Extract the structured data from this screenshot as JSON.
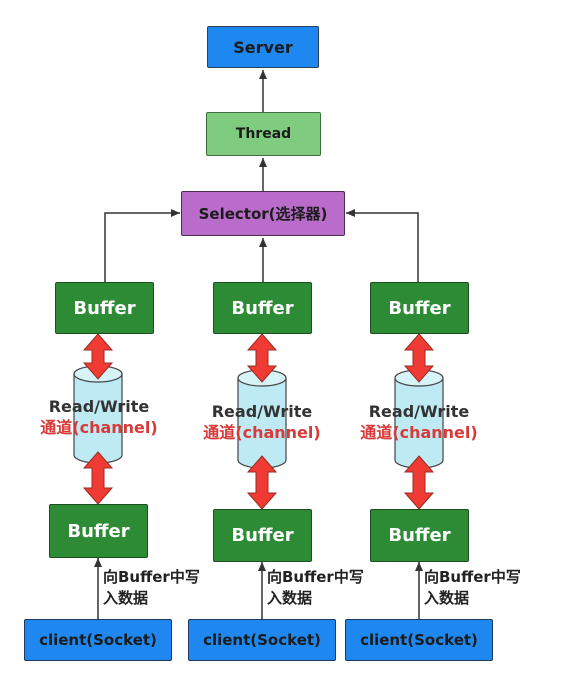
{
  "nodes": {
    "server": "Server",
    "thread": "Thread",
    "selector": "Selector(选择器)"
  },
  "columns": [
    {
      "top_buffer": "Buffer",
      "channel_line1": "Read/Write",
      "channel_line2": "通道(channel)",
      "bottom_buffer": "Buffer",
      "write_note_line1": "向Buffer中写",
      "write_note_line2": "入数据",
      "client": "client(Socket)"
    },
    {
      "top_buffer": "Buffer",
      "channel_line1": "Read/Write",
      "channel_line2": "通道(channel)",
      "bottom_buffer": "Buffer",
      "write_note_line1": "向Buffer中写",
      "write_note_line2": "入数据",
      "client": "client(Socket)"
    },
    {
      "top_buffer": "Buffer",
      "channel_line1": "Read/Write",
      "channel_line2": "通道(channel)",
      "bottom_buffer": "Buffer",
      "write_note_line1": "向Buffer中写",
      "write_note_line2": "入数据",
      "client": "client(Socket)"
    }
  ],
  "colors": {
    "server": "#1e88f0",
    "thread": "#7fcc80",
    "selector": "#b96cc9",
    "buffer": "#2e8b35",
    "channel": "#bdeaf3",
    "bidirectional_arrow": "#ef3b33",
    "client": "#1e88f0",
    "channel_text": "#d83a3a"
  }
}
